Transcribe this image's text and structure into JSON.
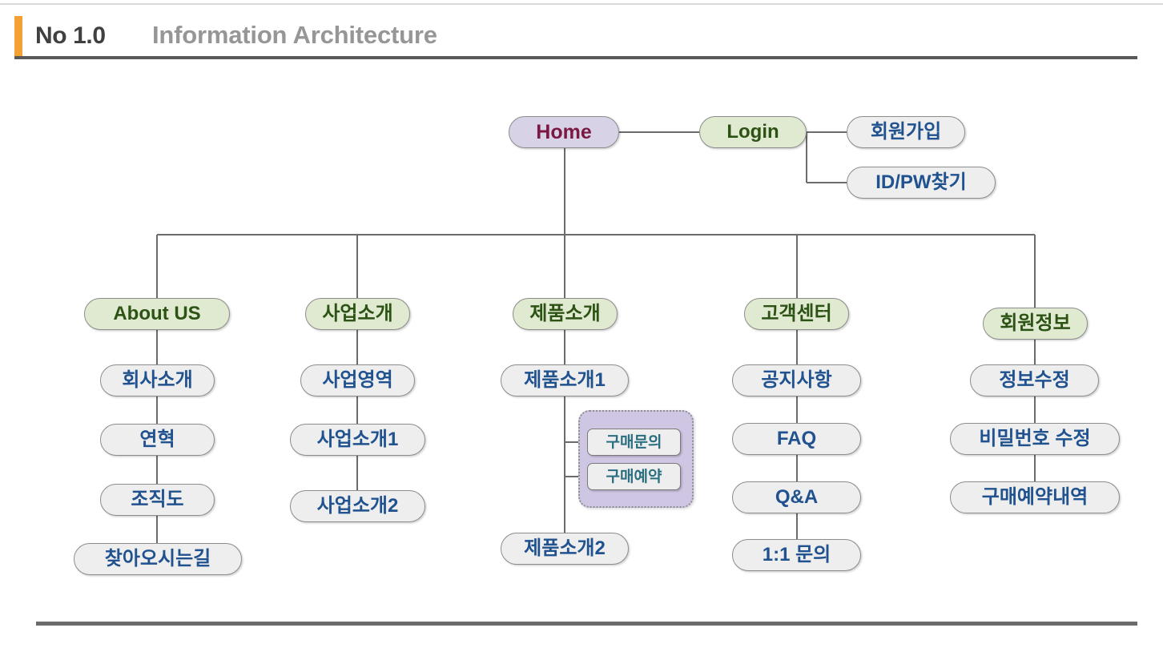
{
  "header": {
    "number": "No 1.0",
    "title": "Information Architecture",
    "accent_color": "#f5a033",
    "number_color": "#404040",
    "title_color": "#969696"
  },
  "colors": {
    "root_fill": "#d8d2e6",
    "root_text": "#7b1842",
    "primary_fill": "#dfead0",
    "primary_text": "#2c5214",
    "sub_fill": "#eeeeee",
    "sub_text": "#20528f",
    "group_fill": "#cfc6e4",
    "group_item_text": "#2a6e80",
    "connector": "#6b6b6b",
    "footer_rule": "#6b6b6b"
  },
  "diagram": {
    "type": "sitemap-tree",
    "root": {
      "label": "Home"
    },
    "login_branch": {
      "label": "Login",
      "children": [
        {
          "label": "회원가입"
        },
        {
          "label": "ID/PW찾기"
        }
      ]
    },
    "columns": [
      {
        "label": "About US",
        "children": [
          {
            "label": "회사소개"
          },
          {
            "label": "연혁"
          },
          {
            "label": "조직도"
          },
          {
            "label": "찾아오시는길"
          }
        ]
      },
      {
        "label": "사업소개",
        "children": [
          {
            "label": "사업영역"
          },
          {
            "label": "사업소개1"
          },
          {
            "label": "사업소개2"
          }
        ]
      },
      {
        "label": "제품소개",
        "children": [
          {
            "label": "제품소개1"
          },
          {
            "label": "제품소개2"
          }
        ],
        "group": {
          "items": [
            {
              "label": "구매문의"
            },
            {
              "label": "구매예약"
            }
          ]
        }
      },
      {
        "label": "고객센터",
        "children": [
          {
            "label": "공지사항"
          },
          {
            "label": "FAQ"
          },
          {
            "label": "Q&A"
          },
          {
            "label": "1:1 문의"
          }
        ]
      },
      {
        "label": "회원정보",
        "children": [
          {
            "label": "정보수정"
          },
          {
            "label": "비밀번호 수정"
          },
          {
            "label": "구매예약내역"
          }
        ]
      }
    ]
  }
}
